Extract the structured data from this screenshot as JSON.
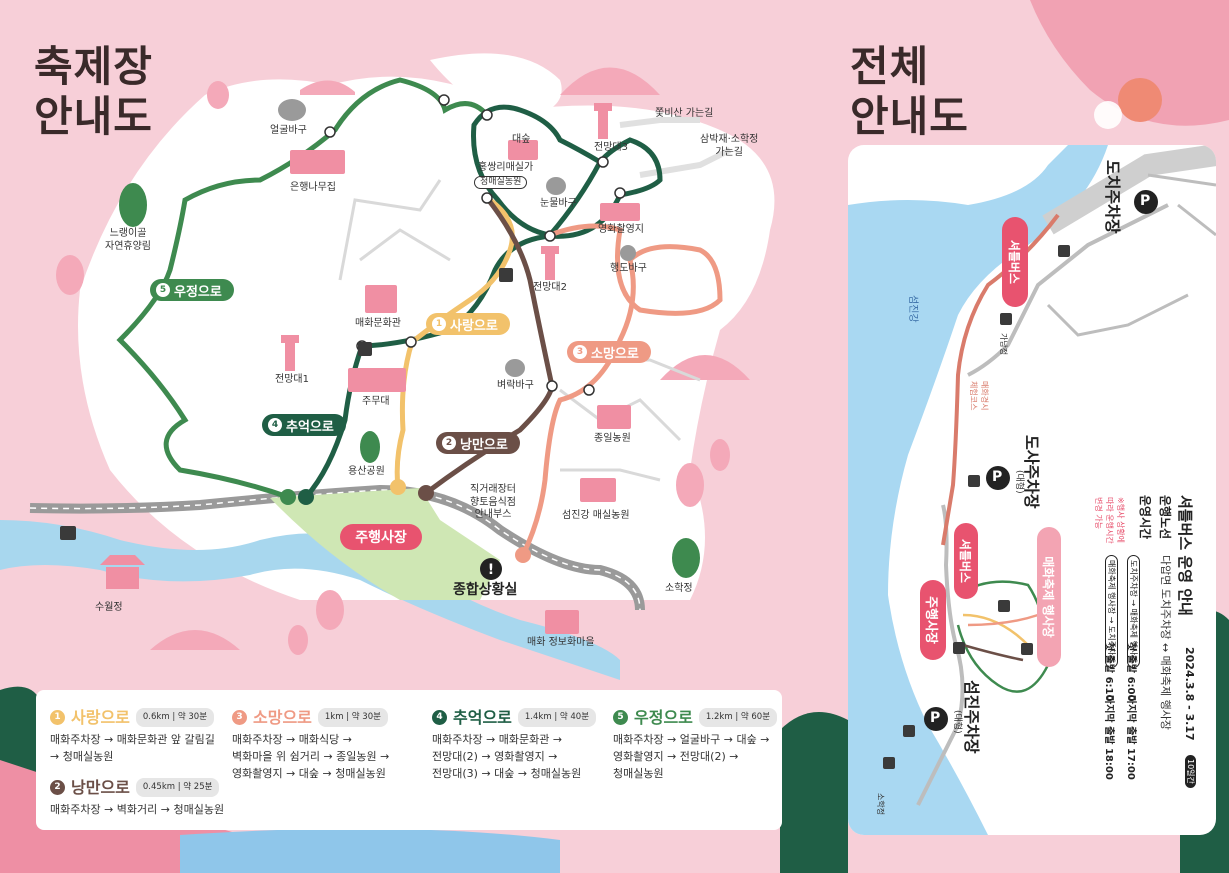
{
  "festival_map": {
    "title_line1": "축제장",
    "title_line2": "안내도",
    "routes": {
      "r1": {
        "num": "1",
        "name": "사랑으로",
        "color": "#f2c26b"
      },
      "r2": {
        "num": "2",
        "name": "낭만으로",
        "color": "#6b4f47"
      },
      "r3": {
        "num": "3",
        "name": "소망으로",
        "color": "#ef9a84"
      },
      "r4": {
        "num": "4",
        "name": "추억으로",
        "color": "#1f5e45"
      },
      "r5": {
        "num": "5",
        "name": "우정으로",
        "color": "#3e8a4f"
      }
    },
    "places": {
      "eolgulbawi": "얼굴바구",
      "eunhaeng": "은행나무집",
      "neuraengi": "느랭이골\n자연휴양림",
      "daesup": "대숲",
      "jjokbisan": "쫓비산 가는길",
      "sambakjae": "삼박재·소학정\n가는길",
      "jeonmangdae3": "전망대3",
      "hongssangri": "홍쌍리매실가",
      "cheongmae": "청매실농원",
      "nundulbawi": "눈물바구",
      "yeonghwa": "영화촬영지",
      "haengdo": "행도바구",
      "jeonmangdae2": "전망대2",
      "maehwa_hall": "매화문화관",
      "jeonmangdae1": "전망대1",
      "jumudae": "주무대",
      "byeorakbawi": "벼락바구",
      "jongil": "종일농원",
      "yongsan": "용산공원",
      "market": "직거래장터\n향토음식점\n안내부스",
      "seomjingang_farm": "섬진강 매실농원",
      "parking": "주행사장",
      "control": "종합상황실",
      "suwoljeong": "수월정",
      "sohakjeong": "소학정",
      "info_village": "매화 정보화마을"
    }
  },
  "legend": [
    {
      "num": "1",
      "name": "사랑으로",
      "dist": "0.6km | 약 30분",
      "color": "#f2c26b",
      "desc": "매화주차장 → 매화문화관 앞 갈림길\n→ 청매실농원"
    },
    {
      "num": "2",
      "name": "낭만으로",
      "dist": "0.45km | 약 25분",
      "color": "#6b4f47",
      "desc": "매화주차장 → 벽화거리 → 청매실농원"
    },
    {
      "num": "3",
      "name": "소망으로",
      "dist": "1km | 약 30분",
      "color": "#ef9a84",
      "desc": "매화주차장 → 매화식당 →\n벽화마을 위 쉼거리 → 종일농원 →\n영화촬영지 → 대숲 → 청매실농원"
    },
    {
      "num": "4",
      "name": "추억으로",
      "dist": "1.4km | 약 40분",
      "color": "#1f5e45",
      "desc": "매화주차장 → 매화문화관 →\n전망대(2) → 영화촬영지 →\n전망대(3) → 대숲 → 청매실농원"
    },
    {
      "num": "5",
      "name": "우정으로",
      "dist": "1.2km | 약 60분",
      "color": "#3e8a4f",
      "desc": "매화주차장 → 얼굴바구 → 대숲 →\n영화촬영지 → 전망대(2) →\n청매실농원"
    }
  ],
  "overview": {
    "title_line1": "전체",
    "title_line2": "안내도",
    "river": "섬진강",
    "doji_parking": "도치주차장",
    "dosa_parking": "도사주차장",
    "dosa_sub": "(대형)",
    "seomjin_parking": "섬진주차장",
    "seomjin_sub": "(대형)",
    "shuttle_tag1": "셔틀버스",
    "shuttle_tag2": "셔틀버스",
    "main_event_tag": "주행사장",
    "festival_event_tag": "매화축제 행사장",
    "ganam": "가남정",
    "sohak": "소학정",
    "pedestrian": "매화경시\n체험코스",
    "parking_symbol": "P"
  },
  "shuttle": {
    "title": "셔틀버스 운영 안내",
    "period": "2024.3.8 - 3.17",
    "days_badge": "10일간",
    "route_label": "운행노선",
    "route": "다압면 도치주차장 ↔ 매화축제 행사장",
    "hours_label": "운영시간",
    "dir1_badge": "도치주차장 → 매화축제 행사장",
    "dir1_first": "첫 출발 6:00",
    "dir1_last": "마지막 출발 17:00",
    "dir2_badge": "매화축제 행사장 → 도치주차장",
    "dir2_first": "첫 출발 6:10",
    "dir2_last": "마지막 출발 18:00",
    "note": "※행사 상황에\n따라 운행시간\n변경 가능"
  }
}
